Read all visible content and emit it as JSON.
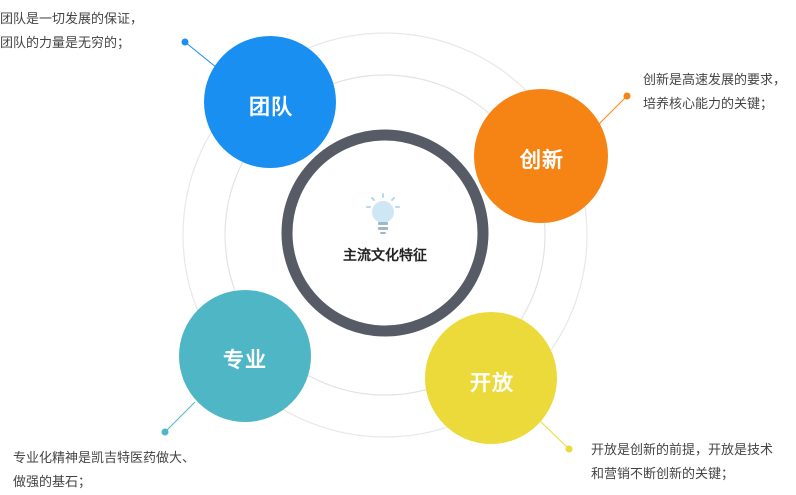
{
  "diagram": {
    "center": {
      "label": "主流文化特征",
      "icon": "lightbulb-icon"
    },
    "nodes": [
      {
        "id": "team",
        "label": "团队",
        "color": "#1a8ff2",
        "note_lines": [
          "团队是一切发展的保证，",
          "团队的力量是无穷的；"
        ]
      },
      {
        "id": "innovation",
        "label": "创新",
        "color": "#f68414",
        "note_lines": [
          "创新是高速发展的要求，",
          "培养核心能力的关键；"
        ]
      },
      {
        "id": "professional",
        "label": "专业",
        "color": "#4fb6c6",
        "note_lines": [
          "专业化精神是凯吉特医药做大、",
          "做强的基石；"
        ]
      },
      {
        "id": "openness",
        "label": "开放",
        "color": "#ecd93a",
        "note_lines": [
          "开放是创新的前提，开放是技术",
          "和营销不断创新的关键；"
        ]
      }
    ],
    "colors": {
      "center_ring": "#575b66",
      "orbit_line": "#e6e6e6",
      "text": "#444444"
    }
  }
}
